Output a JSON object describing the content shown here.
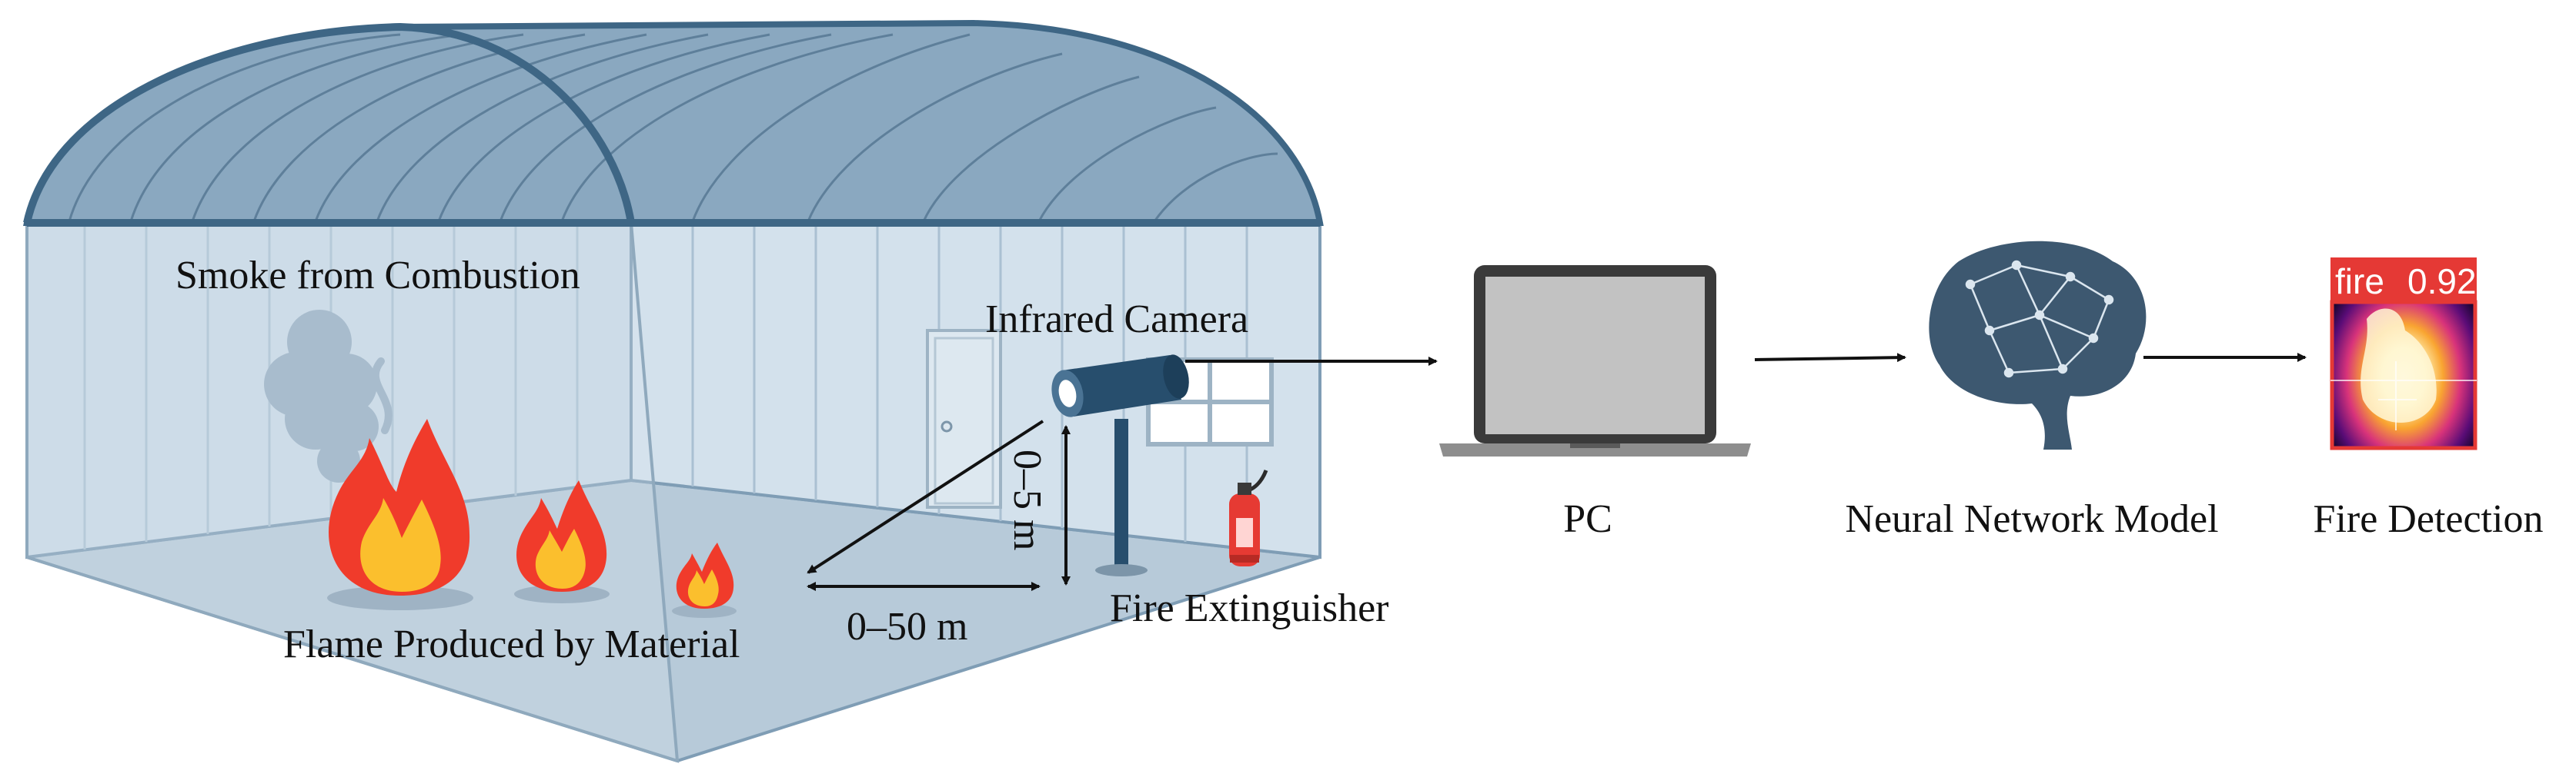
{
  "labels": {
    "smoke": "Smoke from Combustion",
    "camera": "Infrared Camera",
    "flame": "Flame Produced by Material",
    "horizontal_distance": "0–50 m",
    "vertical_distance": "0–5 m",
    "extinguisher": "Fire Extinguisher",
    "pc": "PC",
    "model": "Neural Network Model",
    "detection": "Fire Detection"
  },
  "detection_result": {
    "label": "fire",
    "confidence": "0.92"
  },
  "colors": {
    "room_wall": "#c9d9e6",
    "room_floor": "#b7cad9",
    "roof": "#8aa8c0",
    "roof_dark": "#3e6685",
    "camera": "#274e6d",
    "flame_outer": "#f03b2b",
    "flame_inner": "#fbbf2d",
    "brain": "#3d5870",
    "detection_box": "#e53935"
  }
}
